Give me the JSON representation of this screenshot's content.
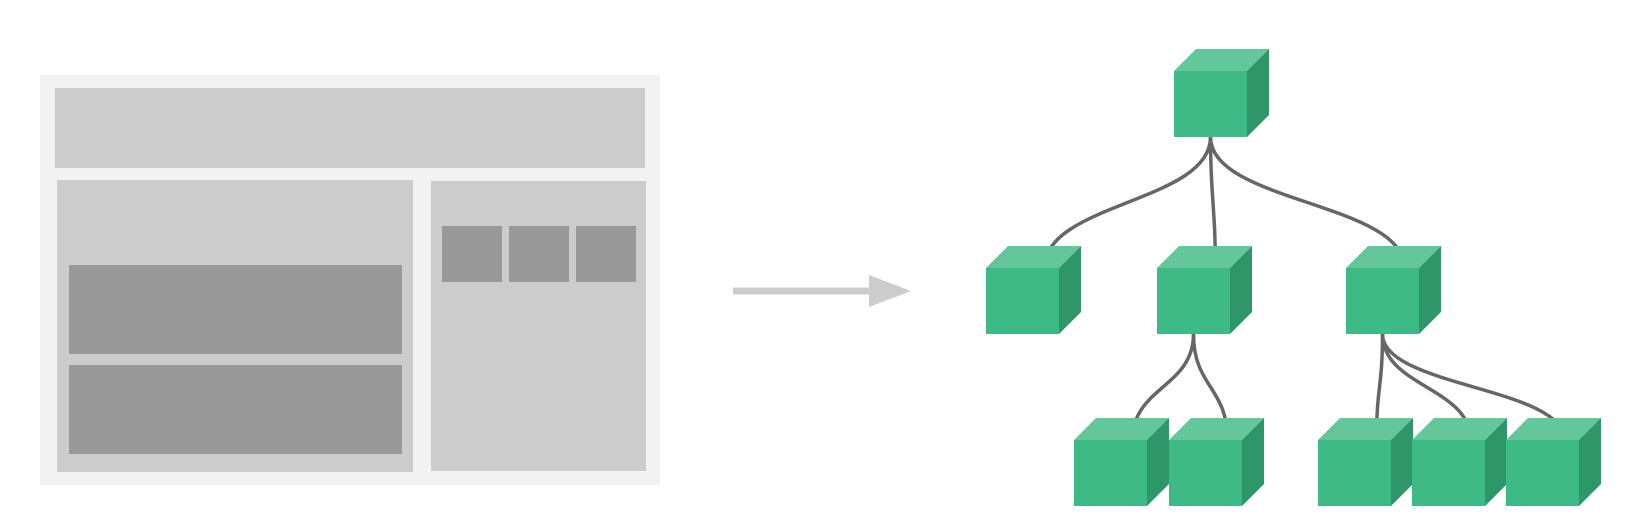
{
  "diagram": {
    "left_panel": "page-layout-wireframe",
    "connector": "right-arrow",
    "right_panel": "component-tree",
    "colors": {
      "wireframe_frame": "#f2f2f2",
      "wireframe_region": "#cccccc",
      "wireframe_block": "#999999",
      "arrow": "#cccccc",
      "cube_front": "#3dba85",
      "cube_top": "#64c79b",
      "cube_side": "#2e9669",
      "edge": "#666666"
    },
    "tree": {
      "nodes": [
        {
          "id": "root",
          "parent": null
        },
        {
          "id": "child-1",
          "parent": "root"
        },
        {
          "id": "child-2",
          "parent": "root"
        },
        {
          "id": "child-3",
          "parent": "root"
        },
        {
          "id": "grandchild-2-1",
          "parent": "child-2"
        },
        {
          "id": "grandchild-2-2",
          "parent": "child-2"
        },
        {
          "id": "grandchild-3-1",
          "parent": "child-3"
        },
        {
          "id": "grandchild-3-2",
          "parent": "child-3"
        },
        {
          "id": "grandchild-3-3",
          "parent": "child-3"
        }
      ]
    }
  }
}
